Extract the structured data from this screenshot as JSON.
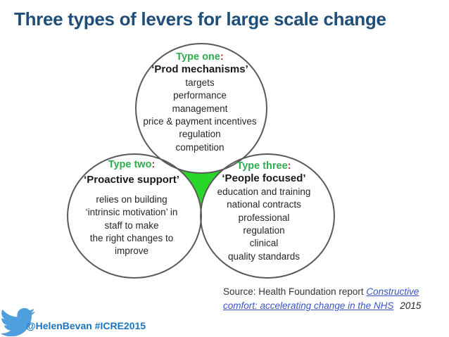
{
  "slide": {
    "title": "Three types of levers for large scale change"
  },
  "colors": {
    "title_navy": "#1F4E79",
    "type_label_green": "#2EAC50",
    "type_colon_dark_red": "#943634",
    "body_text": "#262626",
    "circle_stroke": "#595959",
    "center_gap_green": "#2BD62B",
    "link_blue": "#3A56C9",
    "handle_blue": "#1C75BC",
    "bird_blue": "#4F9FDC"
  },
  "diagram": {
    "circles": {
      "top": {
        "type_label": "Type one",
        "colon": ":",
        "heading": "‘Prod mechanisms’",
        "lines": [
          "targets",
          "performance",
          "management",
          "price & payment incentives",
          "regulation",
          "competition"
        ]
      },
      "left": {
        "type_label": "Type two",
        "colon": ":",
        "heading": "‘Proactive support’",
        "lines": [
          "relies on building",
          "‘intrinsic motivation’ in",
          "staff to make",
          "the right changes to",
          "improve"
        ]
      },
      "right": {
        "type_label": "Type three",
        "colon": ":",
        "heading": "‘People focused’",
        "lines": [
          "education and training",
          "national contracts",
          "professional",
          "regulation",
          "clinical",
          "quality standards"
        ]
      }
    }
  },
  "source": {
    "prefix": "Source: Health Foundation report ",
    "link_line1": "Constructive",
    "link_line2": "comfort: accelerating change in the NHS",
    "year": "2015"
  },
  "footer": {
    "twitter_handle": "@HelenBevan #ICRE2015",
    "icon": "twitter-bird-icon"
  }
}
